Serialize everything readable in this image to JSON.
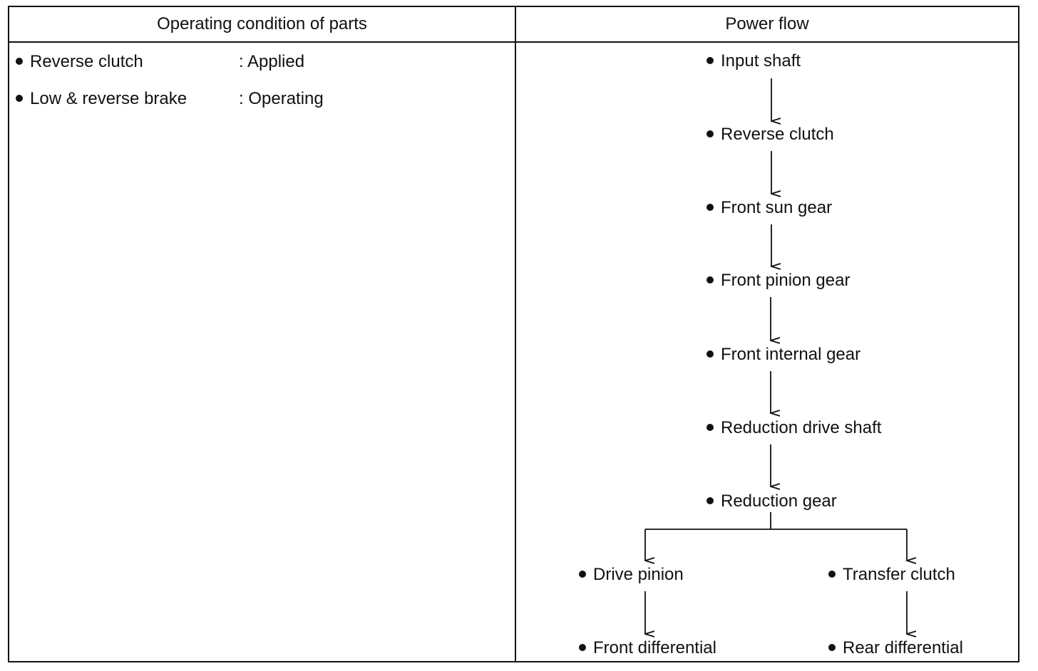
{
  "headers": {
    "left": "Operating condition of parts",
    "right": "Power flow"
  },
  "conditions": [
    {
      "part": "Reverse clutch",
      "state": ": Applied"
    },
    {
      "part": "Low & reverse brake",
      "state": ": Operating"
    }
  ],
  "flow": {
    "main": [
      "Input shaft",
      "Reverse clutch",
      "Front sun gear",
      "Front pinion gear",
      "Front internal gear",
      "Reduction drive shaft",
      "Reduction gear"
    ],
    "left_branch": [
      "Drive pinion",
      "Front differential"
    ],
    "right_branch": [
      "Transfer clutch",
      "Rear differential"
    ]
  }
}
